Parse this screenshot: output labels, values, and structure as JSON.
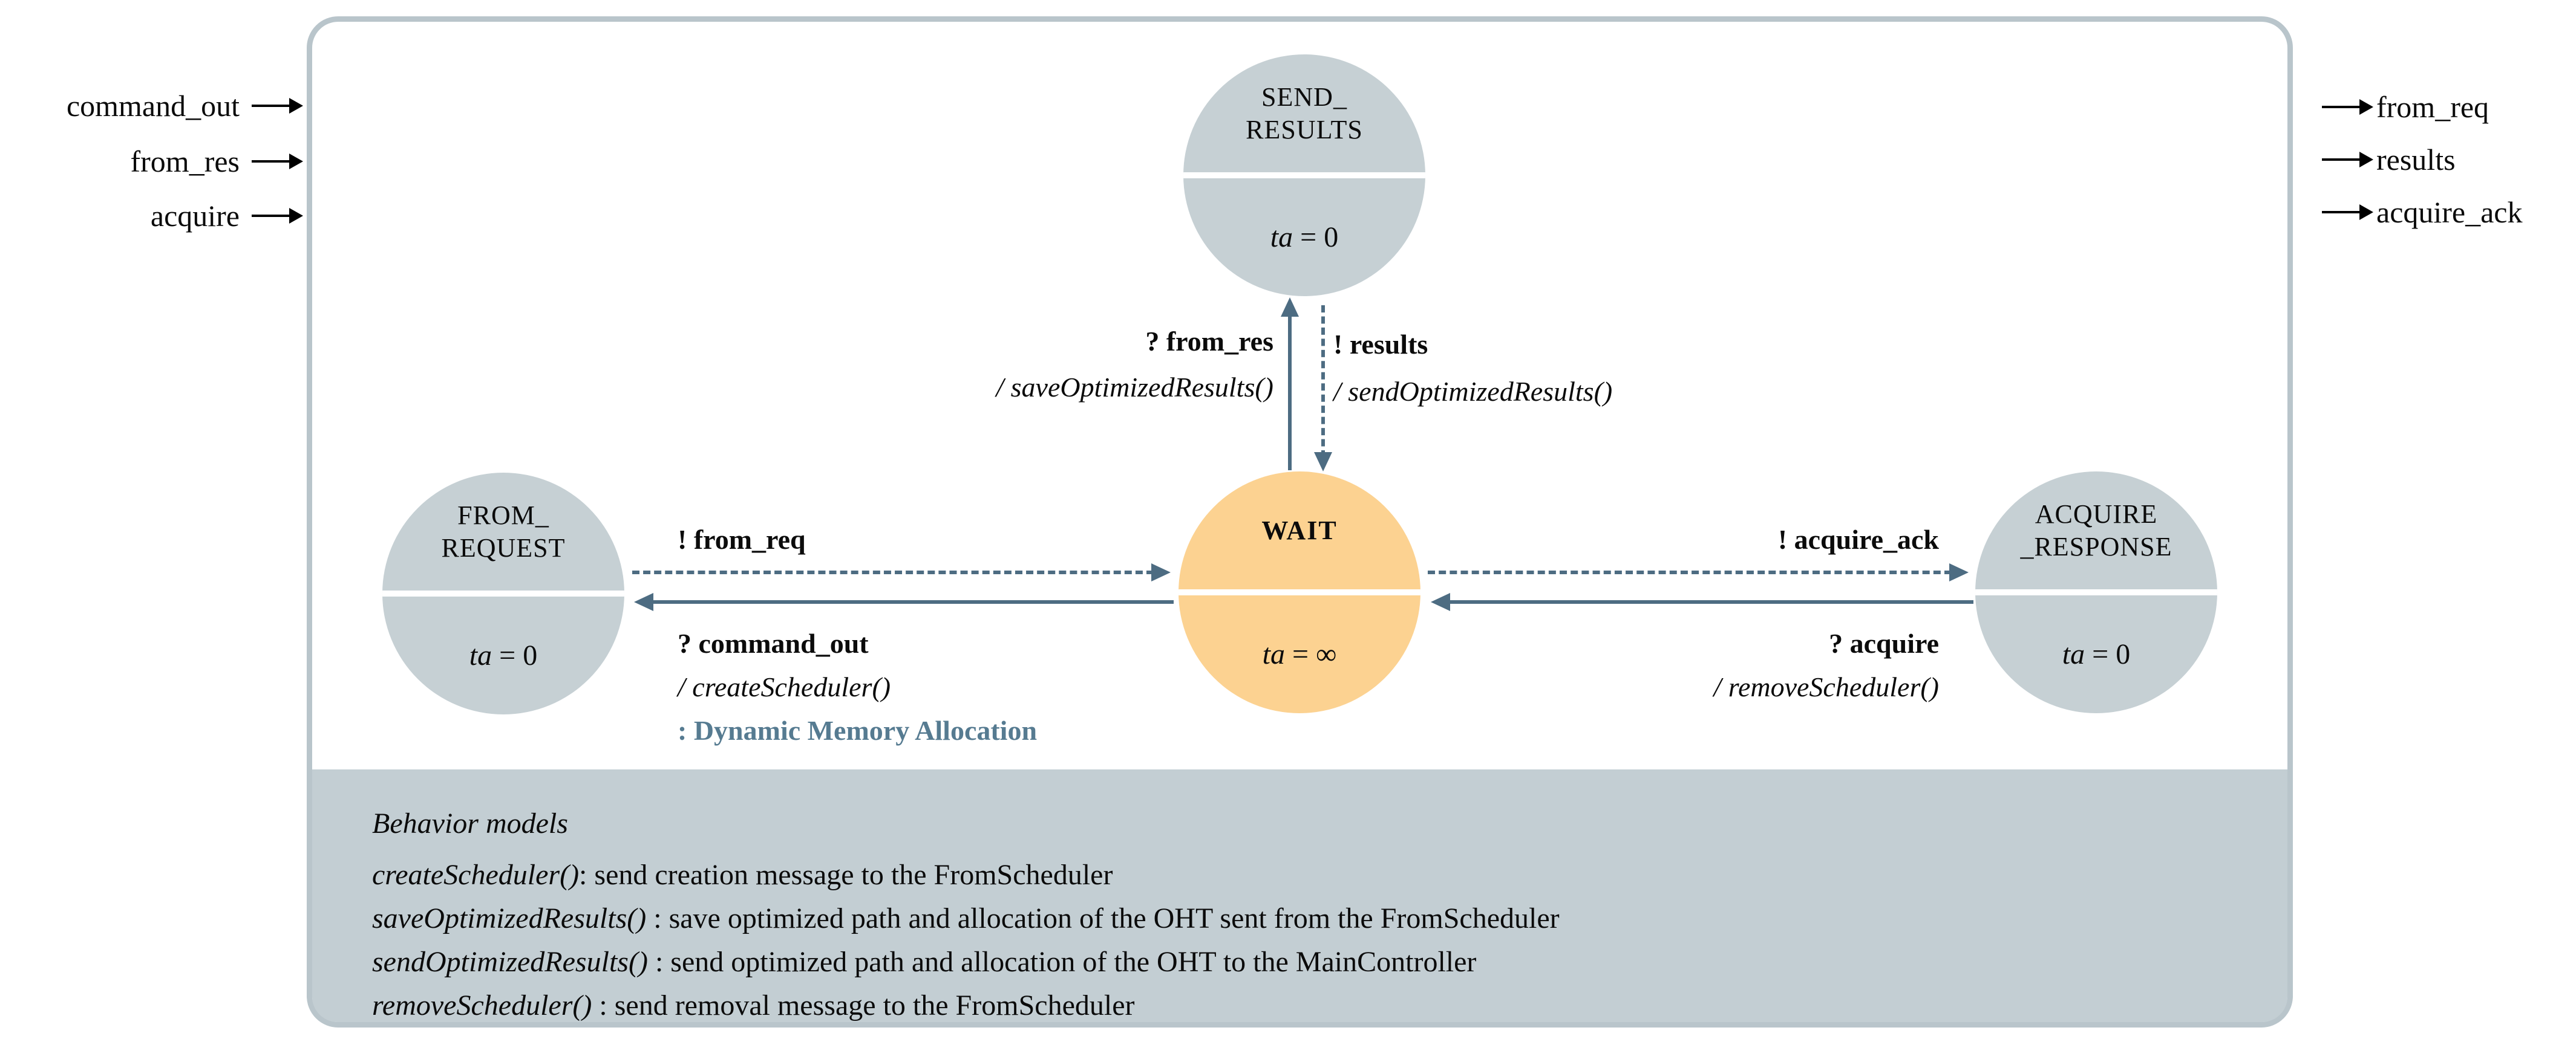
{
  "diagram": {
    "inputs": [
      {
        "label": "command_out"
      },
      {
        "label": "from_res"
      },
      {
        "label": "acquire"
      }
    ],
    "outputs": [
      {
        "label": "from_req"
      },
      {
        "label": "results"
      },
      {
        "label": "acquire_ack"
      }
    ],
    "states": {
      "send_results": {
        "line1": "SEND_",
        "line2": "RESULTS",
        "ta_var": "ta",
        "ta_eq": "=",
        "ta_val": "0"
      },
      "wait": {
        "line1": "WAIT",
        "ta_var": "ta",
        "ta_eq": "=",
        "ta_val": "∞"
      },
      "from_request": {
        "line1": "FROM_",
        "line2": "REQUEST",
        "ta_var": "ta",
        "ta_eq": "=",
        "ta_val": "0"
      },
      "acquire_response": {
        "line1": "ACQUIRE",
        "line2": "_RESPONSE",
        "ta_var": "ta",
        "ta_eq": "=",
        "ta_val": "0"
      }
    },
    "transitions": {
      "wait_to_send_results": {
        "event": "? from_res",
        "action": "/ saveOptimizedResults()"
      },
      "send_results_to_wait": {
        "event": "! results",
        "action": "/ sendOptimizedResults()"
      },
      "from_request_to_wait": {
        "event": "! from_req"
      },
      "wait_to_from_request": {
        "event": "? command_out",
        "action": "/ createScheduler()",
        "note": ": Dynamic Memory Allocation"
      },
      "wait_to_acquire_response": {
        "event": "! acquire_ack"
      },
      "acquire_response_to_wait": {
        "event": "? acquire",
        "action": "/ removeScheduler()"
      }
    },
    "behavior": {
      "title": "Behavior models",
      "items": [
        {
          "fn": "createScheduler()",
          "desc": ": send creation message to the FromScheduler"
        },
        {
          "fn": "saveOptimizedResults()",
          "desc": " : save optimized path and allocation of the OHT sent from the FromScheduler"
        },
        {
          "fn": "sendOptimizedResults()",
          "desc": " : send optimized path and allocation of the OHT to the MainController"
        },
        {
          "fn": "removeScheduler()",
          "desc": " : send removal message to the FromScheduler"
        }
      ]
    },
    "colors": {
      "slate": "#4d6c82",
      "steel": "#567b91",
      "gray-state": "#c6d0d4",
      "orange-state": "#fcd291",
      "band": "#c3ced3",
      "frame": "#b9c5cb"
    }
  }
}
